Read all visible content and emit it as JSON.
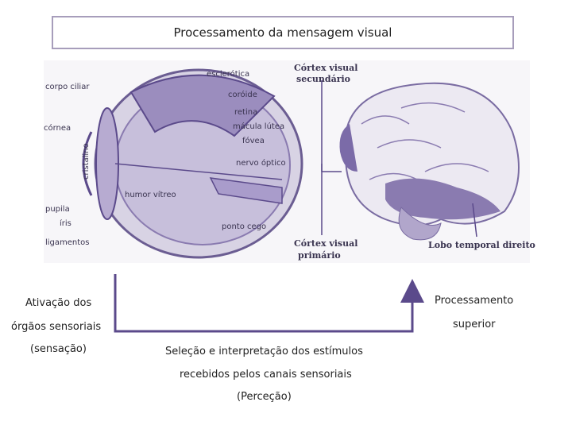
{
  "title": "Processamento da mensagem visual",
  "eye_labels": {
    "corpo_ciliar": "corpo ciliar",
    "cornea": "córnea",
    "cristalino": "cristalino",
    "pupila": "pupila",
    "iris": "íris",
    "ligamentos": "ligamentos",
    "esclerotica": "esclerótica",
    "coroide": "coróide",
    "retina": "retina",
    "macula_lutea": "mácula lútea",
    "fovea": "fóvea",
    "nervo_optico": "nervo óptico",
    "humor_vitreo": "humor vítreo",
    "ponto_cego": "ponto cego"
  },
  "brain_labels": {
    "cortex_secundario_1": "Córtex visual",
    "cortex_secundario_2": "secundário",
    "cortex_primario_1": "Córtex visual",
    "cortex_primario_2": "primário",
    "lobo_temporal": "Lobo temporal direito"
  },
  "flow": {
    "left_line1": "Ativação dos",
    "left_line2": "órgãos sensoriais",
    "left_line3": "(sensação)",
    "right_line1": "Processamento",
    "right_line2": "superior",
    "middle_line1": "Seleção e interpretação dos estímulos",
    "middle_line2": "recebidos pelos canais sensoriais",
    "middle_line3": "(Perceção)"
  },
  "colors": {
    "accent": "#5b4a8b",
    "title_border": "#a79dbb",
    "figure_purple": "#8a7bb0"
  }
}
